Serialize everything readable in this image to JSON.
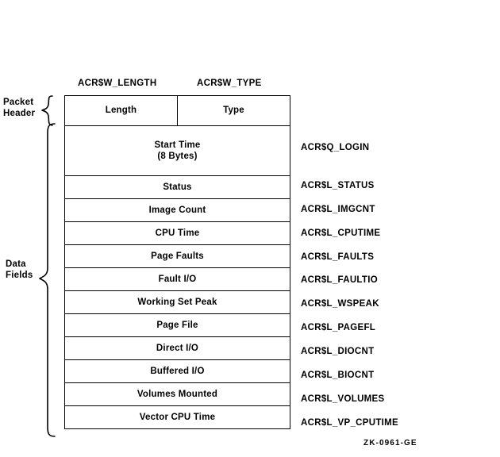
{
  "figure": {
    "id_code": "ZK-0961-GE",
    "column_headers": [
      {
        "name": "length-field-symbol",
        "text": "ACR$W_LENGTH"
      },
      {
        "name": "type-field-symbol",
        "text": "ACR$W_TYPE"
      }
    ],
    "groups": [
      {
        "name": "packet-header",
        "label": "Packet\nHeader"
      },
      {
        "name": "data-fields",
        "label": "Data\nFields"
      }
    ],
    "header_row": {
      "cells": [
        {
          "name": "length",
          "label": "Length"
        },
        {
          "name": "type",
          "label": "Type"
        }
      ]
    },
    "rows": [
      {
        "name": "start-time",
        "label": "Start Time\n(8  Bytes)",
        "symbol": "ACR$Q_LOGIN"
      },
      {
        "name": "status",
        "label": "Status",
        "symbol": "ACR$L_STATUS"
      },
      {
        "name": "image-count",
        "label": "Image Count",
        "symbol": "ACR$L_IMGCNT"
      },
      {
        "name": "cpu-time",
        "label": "CPU Time",
        "symbol": "ACR$L_CPUTIME"
      },
      {
        "name": "page-faults",
        "label": "Page Faults",
        "symbol": "ACR$L_FAULTS"
      },
      {
        "name": "fault-io",
        "label": "Fault I/O",
        "symbol": "ACR$L_FAULTIO"
      },
      {
        "name": "working-set-peak",
        "label": "Working Set Peak",
        "symbol": "ACR$L_WSPEAK"
      },
      {
        "name": "page-file",
        "label": "Page File",
        "symbol": "ACR$L_PAGEFL"
      },
      {
        "name": "direct-io",
        "label": "Direct I/O",
        "symbol": "ACR$L_DIOCNT"
      },
      {
        "name": "buffered-io",
        "label": "Buffered I/O",
        "symbol": "ACR$L_BIOCNT"
      },
      {
        "name": "volumes-mounted",
        "label": "Volumes Mounted",
        "symbol": "ACR$L_VOLUMES"
      },
      {
        "name": "vector-cpu-time",
        "label": "Vector CPU Time",
        "symbol": "ACR$L_VP_CPUTIME"
      }
    ],
    "colors": {
      "ink": "#000000",
      "background": "#ffffff"
    }
  }
}
